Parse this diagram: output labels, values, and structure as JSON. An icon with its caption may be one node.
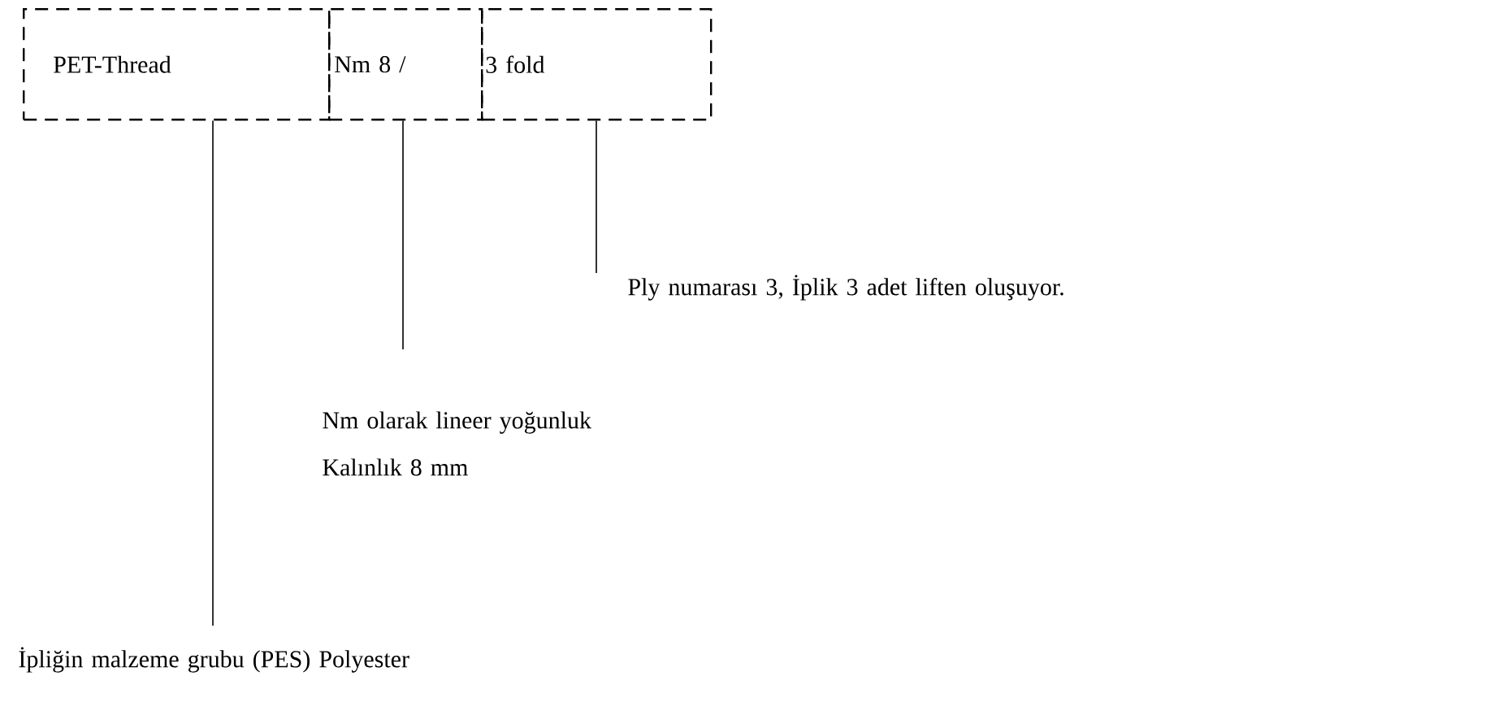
{
  "diagram": {
    "nodes": [
      {
        "text": [
          "PET-Thread"
        ]
      },
      {
        "text": [
          "Nm 8 /"
        ]
      },
      {
        "text": [
          "3 fold"
        ]
      },
      {
        "text": [
          "Ply numarası 3,  İplik 3 adet liften oluşuyor."
        ]
      },
      {
        "text": [
          "Nm olarak lineer yoğunluk Kalınlık 8 mm"
        ]
      },
      {
        "text": [
          "İpliğin malzeme grubu (PES) Polyester"
        ]
      }
    ],
    "edges": [
      {
        "from": 0,
        "to": 5,
        "arrow": "none"
      },
      {
        "from": 1,
        "to": 4,
        "arrow": "none"
      },
      {
        "from": 2,
        "to": 3,
        "arrow": "none"
      }
    ]
  }
}
